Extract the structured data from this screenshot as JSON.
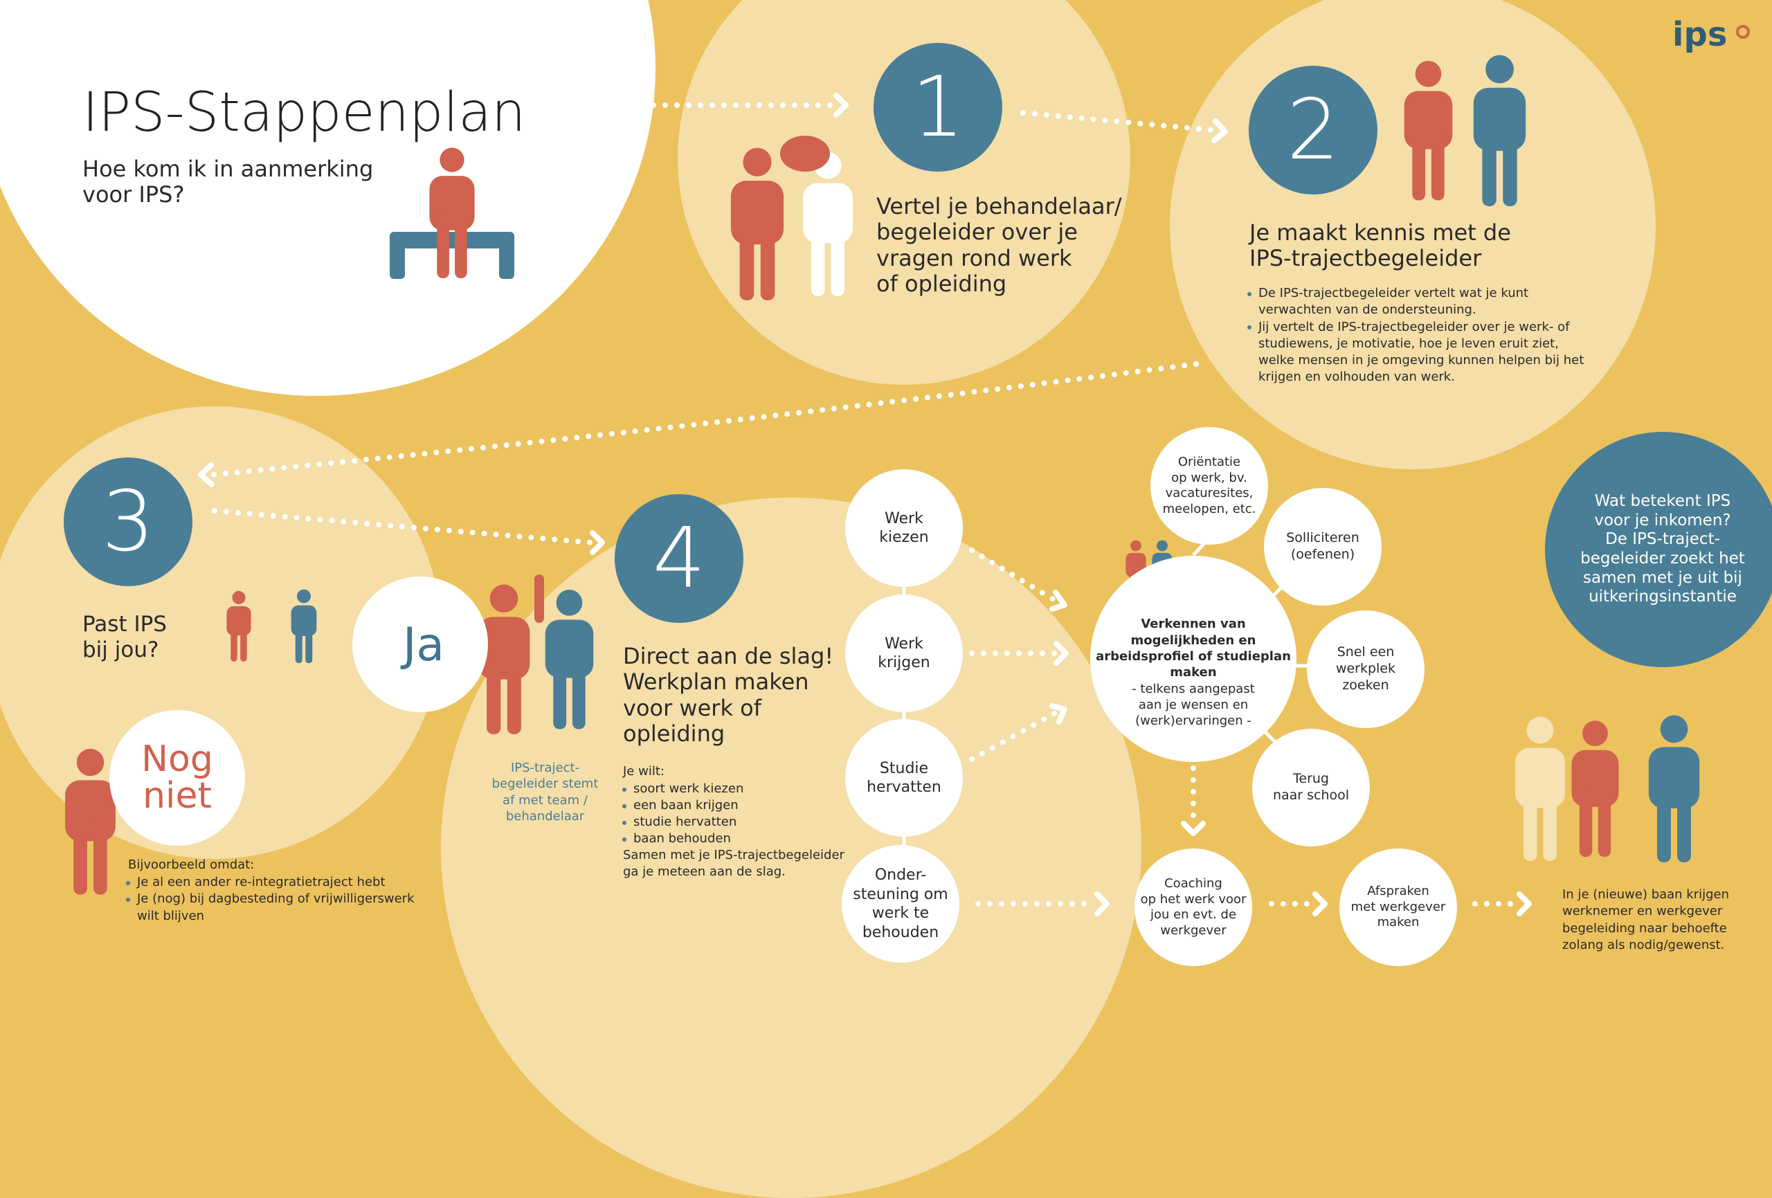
{
  "logo": {
    "text": "ips"
  },
  "header": {
    "title": "IPS-Stappenplan",
    "subtitle": "Hoe kom ik in aanmerking\nvoor IPS?"
  },
  "steps": {
    "1": {
      "number": "1",
      "text": "Vertel je behandelaar/\nbegeleider over je\nvragen rond werk\nof opleiding"
    },
    "2": {
      "number": "2",
      "heading": "Je maakt kennis met de\nIPS-trajectbegeleider",
      "bullets": [
        "De IPS-trajectbegeleider vertelt wat je kunt verwachten van de ondersteuning.",
        "Jij vertelt de IPS-trajectbegeleider over je werk- of studiewens, je motivatie, hoe je leven eruit ziet, welke mensen in je omgeving kunnen helpen bij het krijgen en volhouden van werk."
      ]
    },
    "3": {
      "number": "3",
      "question": "Past IPS\nbij jou?",
      "yes": "Ja",
      "not_yet": "Nog\nniet",
      "yes_note": "IPS-traject-\nbegeleider stemt\naf met team /\nbehandelaar",
      "not_yet_intro": "Bijvoorbeeld omdat:",
      "not_yet_bullets": [
        "Je al een ander re-integratietraject hebt",
        "Je (nog) bij dagbesteding of vrijwilligerswerk wilt blijven"
      ]
    },
    "4": {
      "number": "4",
      "heading": "Direct aan de slag!\nWerkplan maken\nvoor werk of\nopleiding",
      "intro": "Je wilt:",
      "bullets": [
        "soort werk kiezen",
        "een baan krijgen",
        "studie hervatten",
        "baan behouden"
      ],
      "outro": "Samen met je IPS-trajectbegeleider\nga je meteen aan de slag."
    }
  },
  "goals": [
    "Werk\nkiezen",
    "Werk\nkrijgen",
    "Studie\nhervatten",
    "Onder-\nsteuning om\nwerk te\nbehouden"
  ],
  "center": {
    "bold": "Verkennen van\nmogelijkheden en\narbeidsprofiel of studieplan\nmaken",
    "sub": "- telkens aangepast\naan je wensen en\n(werk)ervaringen -"
  },
  "satellites": {
    "orientatie": "Oriëntatie\nop werk, bv.\nvacaturesites,\nmeelopen, etc.",
    "solliciteren": "Solliciteren\n(oefenen)",
    "snel": "Snel een\nwerkplek\nzoeken",
    "terug": "Terug\nnaar school"
  },
  "flow": {
    "coaching": "Coaching\nop het werk voor\njou en evt. de\nwerkgever",
    "afspraken": "Afspraken\nmet werkgever\nmaken"
  },
  "income": {
    "text": "Wat betekent IPS\nvoor je inkomen?\nDe IPS-traject-\nbegeleider zoekt het\nsamen met je uit bij\nuitkeringsinstantie"
  },
  "closing": {
    "text": "In je (nieuwe) baan krijgen\nwerknemer en werkgever\nbegeleiding naar behoefte\nzolang als nodig/gewenst."
  },
  "colors": {
    "background": "#ecc25e",
    "light": "#f5dea8",
    "blue": "#4a7e97",
    "red": "#d0624f",
    "cream": "#f7e2b3"
  }
}
